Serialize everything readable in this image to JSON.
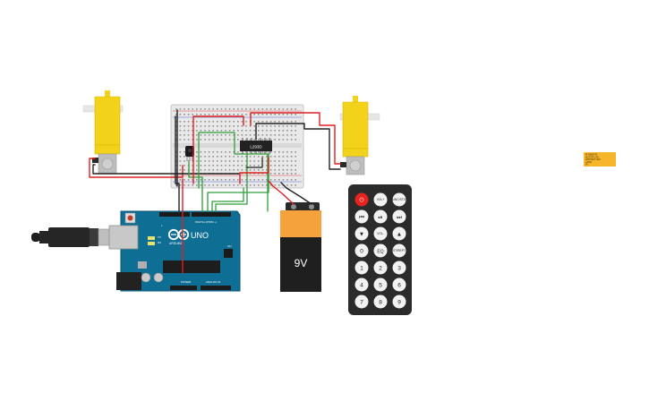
{
  "arduino": {
    "brand": "ARDUINO",
    "model": "UNO",
    "digital_label": "DIGITAL (PWM ~)",
    "power_label": "POWER",
    "analog_label": "ANALOG IN",
    "on_label": "ON",
    "tx_label": "TX",
    "rx_label": "RX",
    "l_label": "L"
  },
  "driver_chip": {
    "label": "L293D"
  },
  "battery": {
    "label": "9V"
  },
  "remote": {
    "buttons": {
      "power": "⏻",
      "vol_up": "VOL+",
      "func_stop": "FUNC/STOP",
      "rewind": "⏮",
      "play_pause": "⏯",
      "fast_forward": "⏭",
      "down": "▼",
      "vol_down": "VOL-",
      "up": "▲",
      "num_0": "0",
      "eq": "EQ",
      "st_rept": "ST/REPT",
      "num_1": "1",
      "num_2": "2",
      "num_3": "3",
      "num_4": "4",
      "num_5": "5",
      "num_6": "6",
      "num_7": "7",
      "num_8": "8",
      "num_9": "9"
    }
  },
  "note": {
    "lines": [
      "IR REMOTE",
      "MOTOR CAR",
      "ARDUINO UNO",
      "L293D",
      "9V"
    ]
  },
  "colors": {
    "arduino": "#0f6e93",
    "motor": "#f2d21a",
    "wire_red": "#e02020",
    "wire_black": "#222222",
    "wire_green": "#2f9e3a",
    "battery_orange": "#f6a23c",
    "remote_body": "#2b2b2b",
    "power_button": "#e8231f",
    "note": "#f7b52c"
  }
}
